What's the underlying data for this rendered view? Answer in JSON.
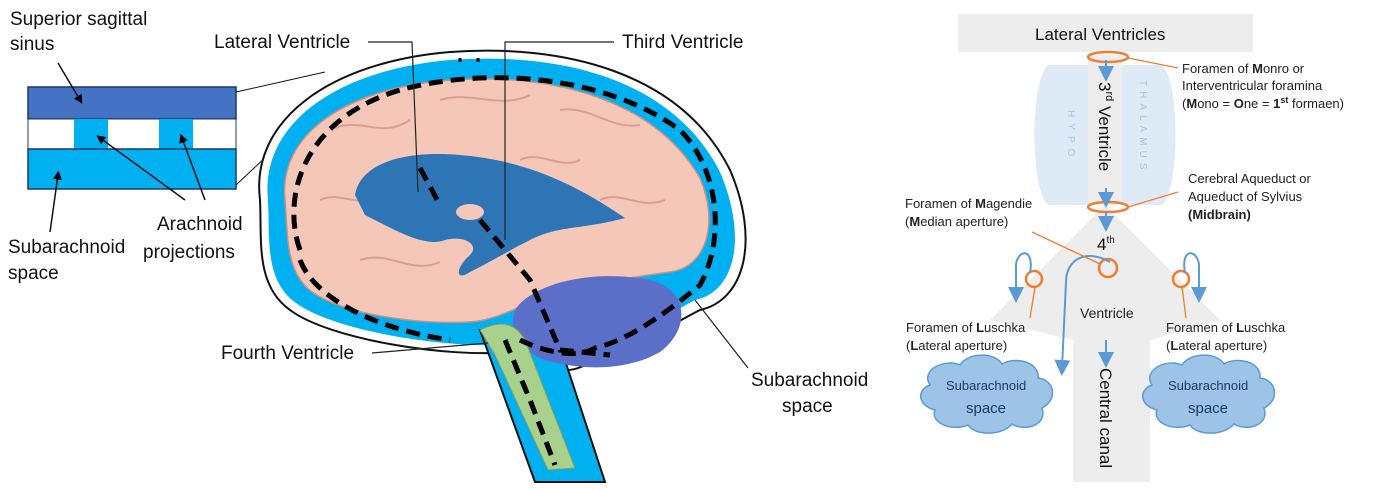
{
  "left_diagram": {
    "labels": {
      "superior_sagittal_sinus_1": "Superior sagittal",
      "superior_sagittal_sinus_2": "sinus",
      "lateral_ventricle": "Lateral Ventricle",
      "third_ventricle": "Third Ventricle",
      "arachnoid_projections_1": "Arachnoid",
      "arachnoid_projections_2": "projections",
      "subarachnoid_space_left_1": "Subarachnoid",
      "subarachnoid_space_left_2": "space",
      "fourth_ventricle": "Fourth Ventricle",
      "subarachnoid_space_right_1": "Subarachnoid",
      "subarachnoid_space_right_2": "space"
    },
    "colors": {
      "sinus_blue": "#4472C4",
      "csf_blue": "#00B0F0",
      "ventricle_blue": "#2E75B6",
      "brain_pink": "#F4C7B8",
      "brainstem_green": "#A9D18E",
      "cerebellum_purple": "#5B6FC9",
      "arrow": "#000000"
    }
  },
  "right_diagram": {
    "lateral_ventricles": "Lateral Ventricles",
    "third_ventricle_sup": "rd",
    "third_ventricle_num": "3",
    "third_ventricle_word": " Ventricle",
    "hypo": "HYPO",
    "thalamus": "THALAMUS",
    "monro_line1_pre": "Foramen of ",
    "monro_line1_bold": "M",
    "monro_line1_post": "onro or",
    "monro_line2": "Interventricular foramina",
    "monro_line3_a": "(",
    "monro_line3_b": "M",
    "monro_line3_c": "ono = ",
    "monro_line3_d": "O",
    "monro_line3_e": "ne = ",
    "monro_line3_f": "1",
    "monro_line3_g": "st",
    "monro_line3_h": " formaen)",
    "aqueduct_line1": "Cerebral Aqueduct or",
    "aqueduct_line2": "Aqueduct of Sylvius",
    "aqueduct_line3": "(Midbrain)",
    "magendie_line1_pre": "Foramen of ",
    "magendie_line1_bold": "M",
    "magendie_line1_post": "agendie",
    "magendie_line2_a": "(",
    "magendie_line2_b": "M",
    "magendie_line2_c": "edian aperture)",
    "fourth_num": "4",
    "fourth_sup": "th",
    "ventricle": "Ventricle",
    "luschka_left_1_pre": "Foramen of ",
    "luschka_left_1_bold": "L",
    "luschka_left_1_post": "uschka",
    "luschka_left_2_a": "(",
    "luschka_left_2_b": "L",
    "luschka_left_2_c": "ateral aperture)",
    "luschka_right_1_pre": "Foramen of ",
    "luschka_right_1_bold": "L",
    "luschka_right_1_post": "uschka",
    "luschka_right_2_a": "(",
    "luschka_right_2_b": "L",
    "luschka_right_2_c": "ateral aperture)",
    "central_canal": "Central canal",
    "cloud_left_1": "Subarachnoid",
    "cloud_left_2": "space",
    "cloud_right_1": "Subarachnoid",
    "cloud_right_2": "space",
    "colors": {
      "box_gray": "#EDEDED",
      "light_blue": "#DEEBF7",
      "cloud_blue": "#9DC3E6",
      "arrow_blue": "#5B9BD5",
      "orange": "#ED7D31"
    }
  }
}
